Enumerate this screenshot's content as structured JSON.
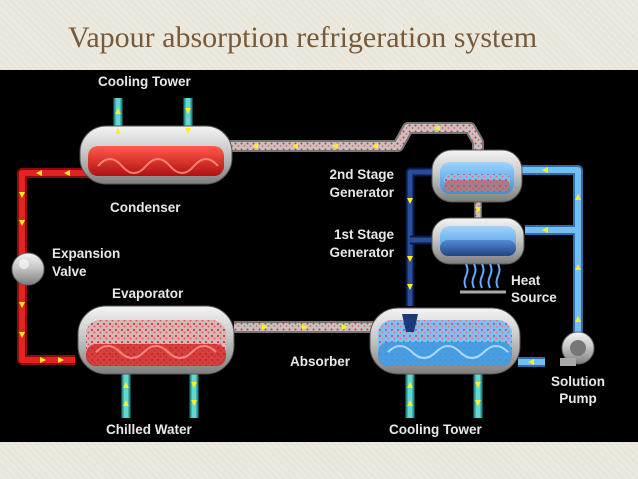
{
  "slide": {
    "title": "Vapour absorption refrigeration system"
  },
  "labels": {
    "cooling_tower_top": "Cooling Tower",
    "condenser": "Condenser",
    "expansion_valve_line1": "Expansion",
    "expansion_valve_line2": "Valve",
    "evaporator": "Evaporator",
    "chilled_water": "Chilled Water",
    "second_stage_line1": "2nd Stage",
    "second_stage_line2": "Generator",
    "first_stage_line1": "1st Stage",
    "first_stage_line2": "Generator",
    "heat_line1": "Heat",
    "heat_line2": "Source",
    "absorber": "Absorber",
    "cooling_tower_bottom": "Cooling Tower",
    "solution_line1": "Solution",
    "solution_line2": "Pump"
  },
  "colors": {
    "refrigerant_hot": "#d01818",
    "refrigerant_vapor": "#c98a82",
    "solution_cold": "#5aa7e0",
    "solution_strong": "#1d3a78",
    "water": "#4cc6c0",
    "tank_shell": "#cfcfcf",
    "flow_arrow": "#ffee22"
  }
}
